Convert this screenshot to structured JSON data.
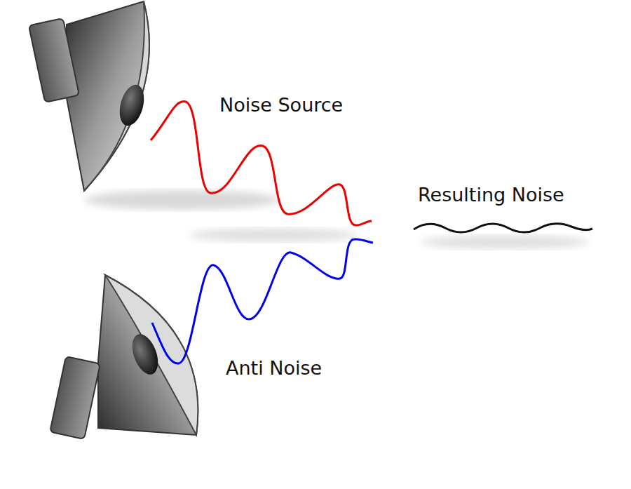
{
  "diagram": {
    "labels": [
      "Noise Source",
      "Resulting Noise",
      "Anti Noise"
    ]
  }
}
